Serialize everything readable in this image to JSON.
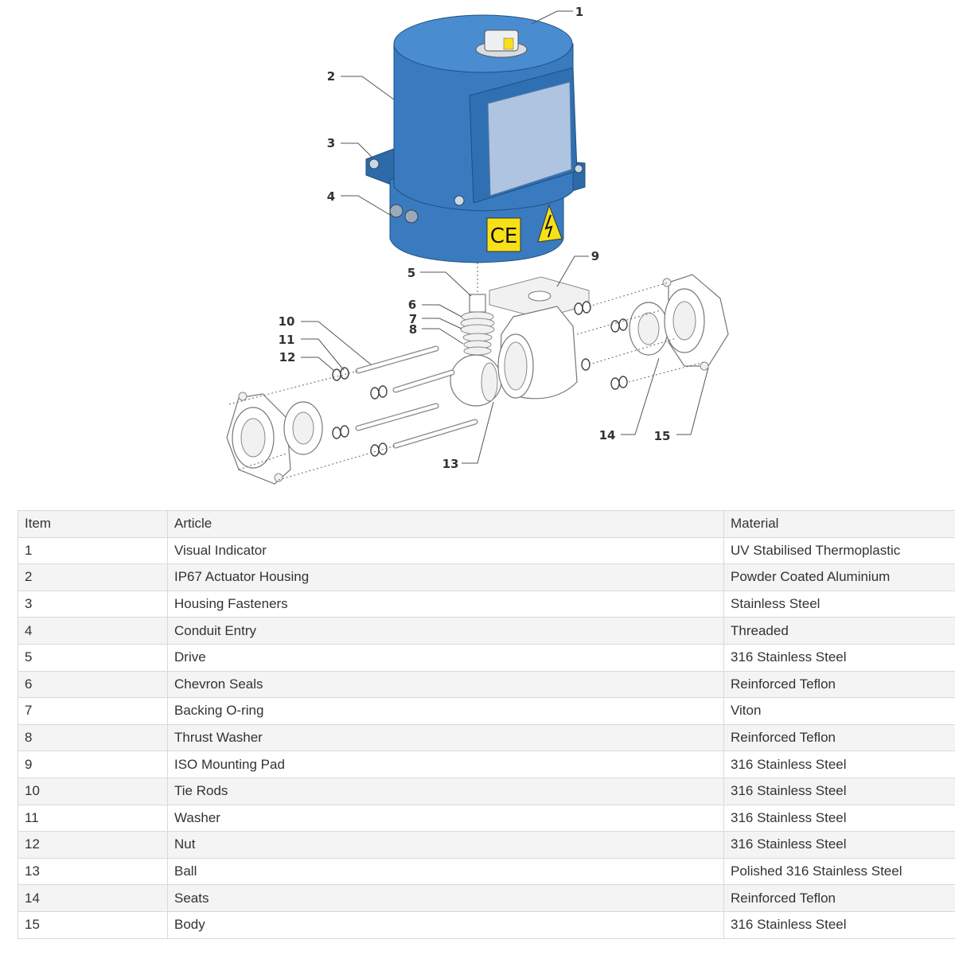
{
  "diagram": {
    "callouts": [
      "1",
      "2",
      "3",
      "4",
      "5",
      "6",
      "7",
      "8",
      "9",
      "10",
      "11",
      "12",
      "13",
      "14",
      "15"
    ],
    "ce_mark": "CE",
    "colors": {
      "housing": "#3a7bbf",
      "housing_dark": "#2d6aa8",
      "window": "#aec4e0",
      "label": "#f7e017"
    }
  },
  "table": {
    "headers": {
      "item": "Item",
      "article": "Article",
      "material": "Material"
    },
    "rows": [
      {
        "item": "1",
        "article": "Visual Indicator",
        "material": "UV Stabilised Thermoplastic"
      },
      {
        "item": "2",
        "article": "IP67 Actuator Housing",
        "material": "Powder Coated Aluminium"
      },
      {
        "item": "3",
        "article": "Housing Fasteners",
        "material": "Stainless Steel"
      },
      {
        "item": "4",
        "article": "Conduit Entry",
        "material": "Threaded"
      },
      {
        "item": "5",
        "article": "Drive",
        "material": "316 Stainless Steel"
      },
      {
        "item": "6",
        "article": "Chevron Seals",
        "material": "Reinforced Teflon"
      },
      {
        "item": "7",
        "article": "Backing O-ring",
        "material": "Viton"
      },
      {
        "item": "8",
        "article": "Thrust Washer",
        "material": "Reinforced Teflon"
      },
      {
        "item": "9",
        "article": "ISO Mounting Pad",
        "material": "316 Stainless Steel"
      },
      {
        "item": "10",
        "article": "Tie Rods",
        "material": "316 Stainless Steel"
      },
      {
        "item": "11",
        "article": "Washer",
        "material": "316 Stainless Steel"
      },
      {
        "item": "12",
        "article": "Nut",
        "material": "316 Stainless Steel"
      },
      {
        "item": "13",
        "article": "Ball",
        "material": "Polished 316 Stainless Steel"
      },
      {
        "item": "14",
        "article": "Seats",
        "material": "Reinforced Teflon"
      },
      {
        "item": "15",
        "article": "Body",
        "material": "316 Stainless Steel"
      }
    ]
  }
}
